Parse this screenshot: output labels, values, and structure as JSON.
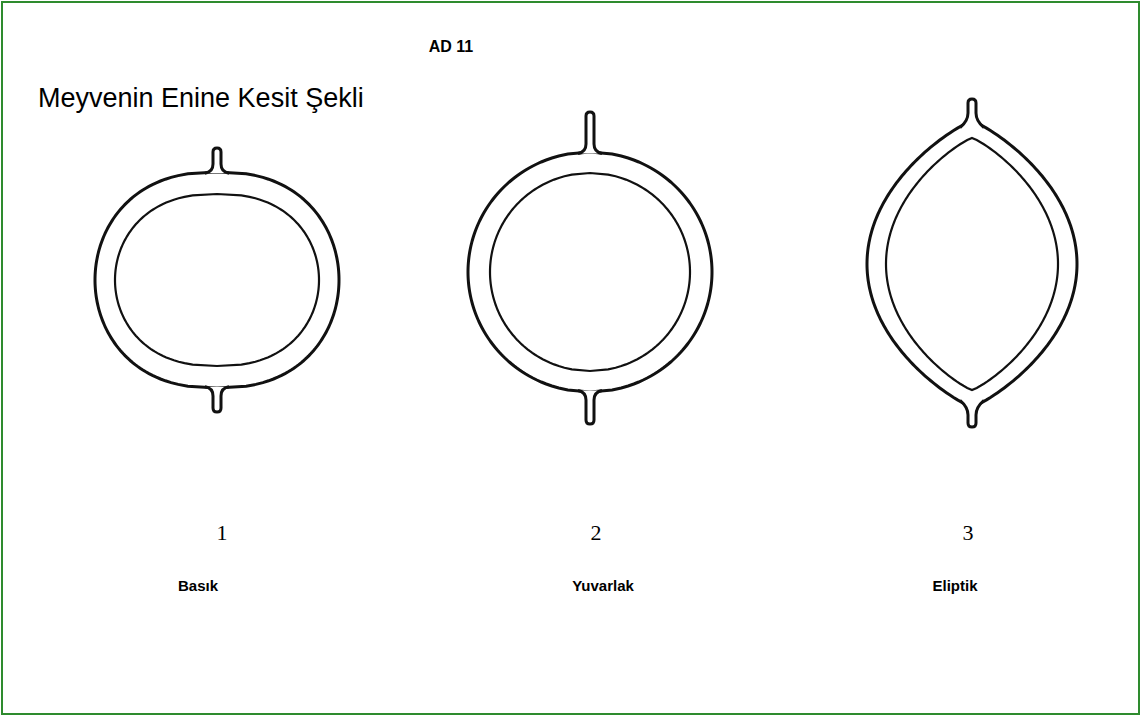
{
  "diagram": {
    "title": "Meyvenin Enine Kesit Şekli",
    "labels": [
      "AD 11",
      "1",
      "Basık",
      "2",
      "Yuvarlak",
      "3",
      "Eliptik"
    ]
  }
}
